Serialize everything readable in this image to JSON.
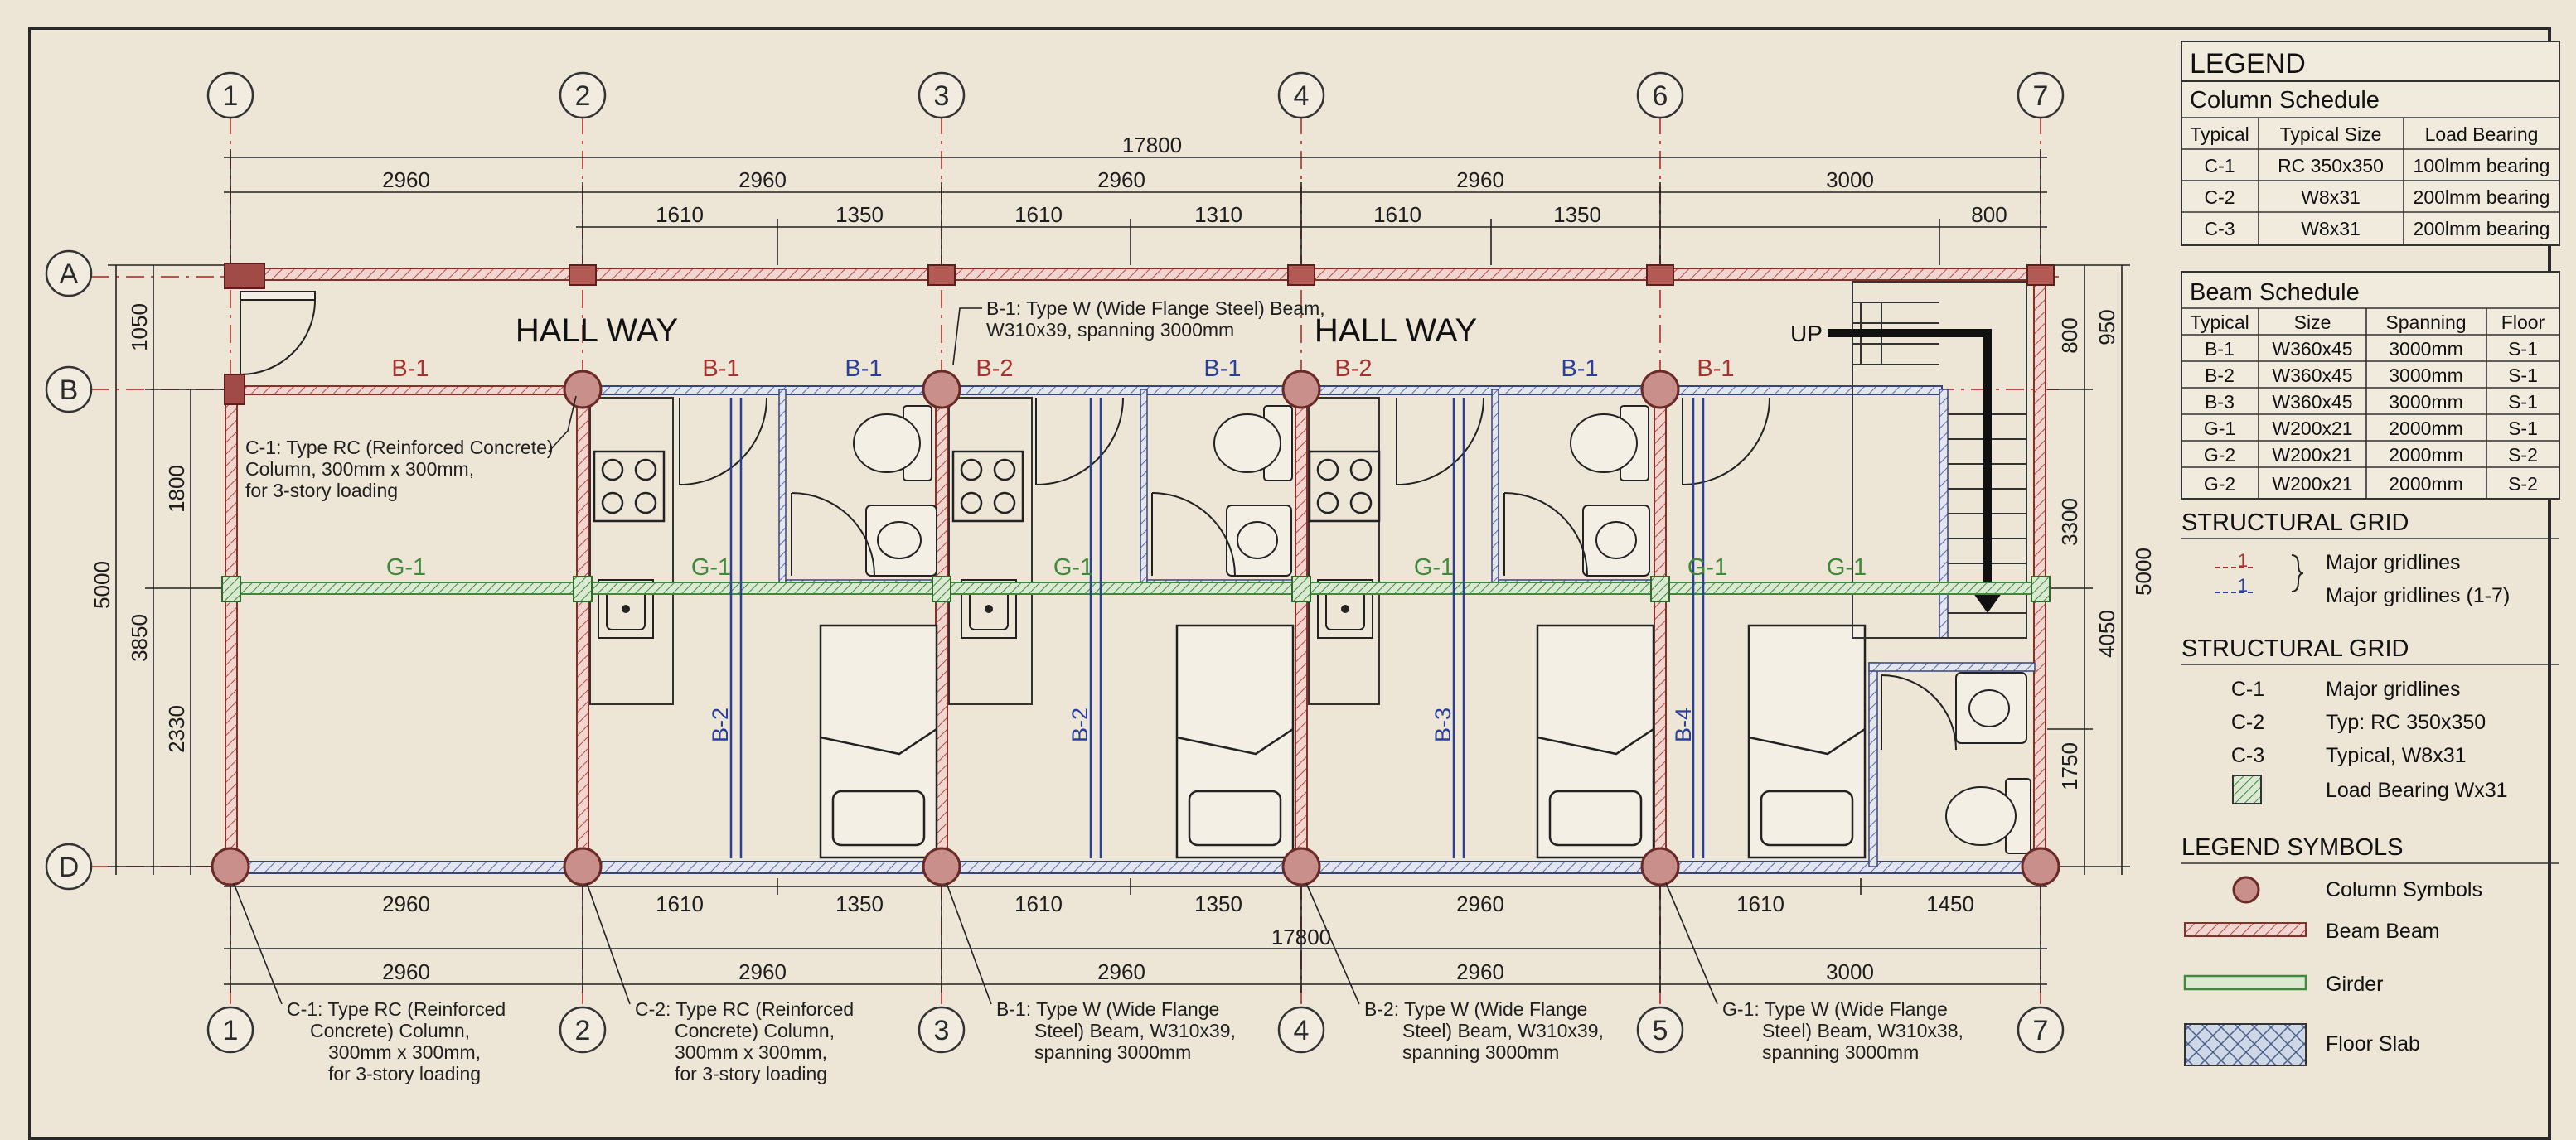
{
  "plan": {
    "overall_dims": [
      "17800",
      "17800"
    ],
    "top_grid_labels": [
      "1",
      "2",
      "3",
      "4",
      "6",
      "7"
    ],
    "bottom_grid_labels": [
      "1",
      "2",
      "3",
      "4",
      "5",
      "7"
    ],
    "row_grid_labels": [
      "A",
      "B",
      "D"
    ],
    "top_dims_row1": [
      "2960",
      "2960",
      "2960",
      "2960",
      "3000"
    ],
    "top_dims_row2": [
      "1610",
      "1350",
      "1610",
      "1310",
      "1610",
      "1350",
      "800"
    ],
    "bottom_dims_row1": [
      "2960",
      "1610",
      "1350",
      "1610",
      "1350",
      "2960",
      "1610",
      "1450"
    ],
    "bottom_dims_row2": [
      "2960",
      "2960",
      "2960",
      "2960",
      "3000"
    ],
    "left_dims": [
      "5000",
      "1050",
      "1800",
      "3850",
      "2330"
    ],
    "right_dims": [
      "800",
      "950",
      "3300",
      "5000",
      "4050",
      "1750"
    ],
    "hall_labels": [
      "HALL WAY",
      "HALL WAY"
    ],
    "up_label": "UP",
    "beam_labels": [
      "B-1",
      "B-1",
      "B-1",
      "B-2",
      "B-1",
      "B-2",
      "B-1",
      "B-1"
    ],
    "girder_labels": [
      "G-1",
      "G-1",
      "G-1",
      "G-1",
      "G-1",
      "G-1"
    ],
    "vertical_beam_labels": [
      "B-2",
      "B-2",
      "B-3",
      "B-4"
    ],
    "notes": {
      "top_b1": [
        "B-1: Type W (Wide Flange Steel) Beam,",
        "W310x39, spanning 3000mm"
      ],
      "c1_mid": [
        "C-1: Type RC (Reinforced Concrete)",
        "Column, 300mm x 300mm,",
        "for 3-story loading"
      ],
      "bottom": [
        [
          "C-1: Type RC (Reinforced",
          "Concrete) Column,",
          "300mm x 300mm,",
          "for 3-story loading"
        ],
        [
          "C-2: Type RC (Reinforced",
          "Concrete) Column,",
          "300mm x 300mm,",
          "for 3-story loading"
        ],
        [
          "B-1: Type W (Wide Flange",
          "Steel) Beam, W310x39,",
          "spanning 3000mm"
        ],
        [
          "B-2: Type W (Wide Flange",
          "Steel) Beam, W310x39,",
          "spanning 3000mm"
        ],
        [
          "G-1: Type W (Wide Flange",
          "Steel) Beam, W310x38,",
          "spanning 3000mm"
        ]
      ]
    }
  },
  "legend": {
    "title": "LEGEND",
    "column_schedule": {
      "title": "Column Schedule",
      "headers": [
        "Typical",
        "Typical Size",
        "Load Bearing"
      ],
      "rows": [
        [
          "C-1",
          "RC 350x350",
          "100lmm bearing"
        ],
        [
          "C-2",
          "W8x31",
          "200lmm bearing"
        ],
        [
          "C-3",
          "W8x31",
          "200lmm bearing"
        ]
      ]
    },
    "beam_schedule": {
      "title": "Beam Schedule",
      "headers": [
        "Typical",
        "Size",
        "Spanning",
        "Floor"
      ],
      "rows": [
        [
          "B-1",
          "W360x45",
          "3000mm",
          "S-1"
        ],
        [
          "B-2",
          "W360x45",
          "3000mm",
          "S-1"
        ],
        [
          "B-3",
          "W360x45",
          "3000mm",
          "S-1"
        ],
        [
          "G-1",
          "W200x21",
          "2000mm",
          "S-1"
        ],
        [
          "G-2",
          "W200x21",
          "2000mm",
          "S-2"
        ],
        [
          "G-2",
          "W200x21",
          "2000mm",
          "S-2"
        ]
      ]
    },
    "structural_grid_1": {
      "title": "STRUCTURAL GRID",
      "items": [
        "Major gridlines",
        "Major gridlines (1-7)"
      ],
      "symbols": [
        "1",
        "1"
      ]
    },
    "structural_grid_2": {
      "title": "STRUCTURAL GRID",
      "items": [
        [
          "C-1",
          "Major gridlines"
        ],
        [
          "C-2",
          "Typ: RC 350x350"
        ],
        [
          "C-3",
          "Typical, W8x31"
        ],
        [
          "",
          "Load Bearing Wx31"
        ]
      ]
    },
    "legend_symbols": {
      "title": "LEGEND SYMBOLS",
      "items": [
        "Column Symbols",
        "Beam Beam",
        "Girder",
        "Floor Slab"
      ]
    }
  },
  "colors": {
    "paper": "#ede5d6",
    "beam_red": "#a8322f",
    "girder_green": "#3f8a3a",
    "beam_blue": "#2a3f9a",
    "column_fill": "#c98f8a",
    "ink": "#1d1d1d"
  }
}
